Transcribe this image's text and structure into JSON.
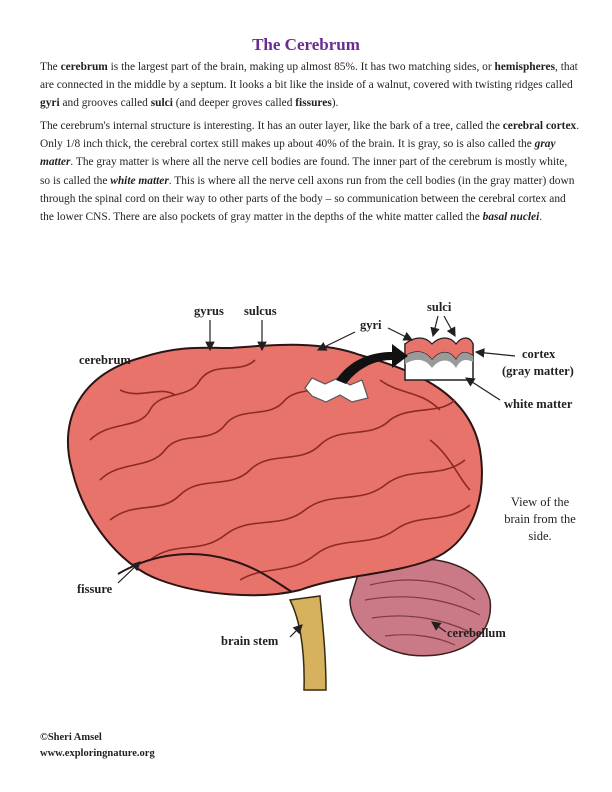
{
  "title": "The Cerebrum",
  "para1": {
    "t1": "The ",
    "b1": "cerebrum",
    "t2": " is the largest part of the brain, making up almost 85%. It has two matching sides, or ",
    "b2": "hemispheres",
    "t3": ", that are connected in the middle by a septum. It looks a bit like the inside of a walnut, covered with twisting ridges called ",
    "b3": "gyri",
    "t4": " and grooves called ",
    "b4": "sulci",
    "t5": " (and deeper groves called ",
    "b5": "fissures",
    "t6": ")."
  },
  "para2": {
    "t1": "The cerebrum's internal structure is interesting. It has an outer layer, like the bark of a tree, called the ",
    "b1": "cerebral cortex",
    "t2": ". Only 1/8 inch thick, the cerebral cortex still makes up about 40% of the brain. It is gray, so is also called the ",
    "bi1": "gray matter",
    "t3": ". The gray matter is where all the nerve cell bodies are found. The inner part of the cerebrum is mostly white, so is called the ",
    "bi2": "white matter",
    "t4": ". This is where all the nerve cell axons run from the cell bodies (in the gray matter) down through the spinal cord on their way to other parts of the body – so communication between the cerebral cortex and the lower CNS. There are also pockets of gray matter in the depths of the white matter called the ",
    "bi3": "basal nuclei",
    "t5": "."
  },
  "labels": {
    "gyrus": "gyrus",
    "sulcus": "sulcus",
    "gyri": "gyri",
    "sulci": "sulci",
    "cerebrum": "cerebrum",
    "cortex": "cortex",
    "gray_matter": "(gray matter)",
    "white_matter": "white matter",
    "fissure": "fissure",
    "brain_stem": "brain stem",
    "cerebellum": "cerebellum"
  },
  "view_note": {
    "line1": "View of the",
    "line2": "brain from the",
    "line3": "side."
  },
  "credit": {
    "line1": "©Sheri Amsel",
    "line2": "www.exploringnature.org"
  },
  "colors": {
    "title": "#6b2c91",
    "brain": "#e8736a",
    "brain_dark": "#b8443c",
    "cerebellum": "#c97a86",
    "brain_stem": "#d6b25e",
    "gray_matter": "#9a9a9a"
  }
}
